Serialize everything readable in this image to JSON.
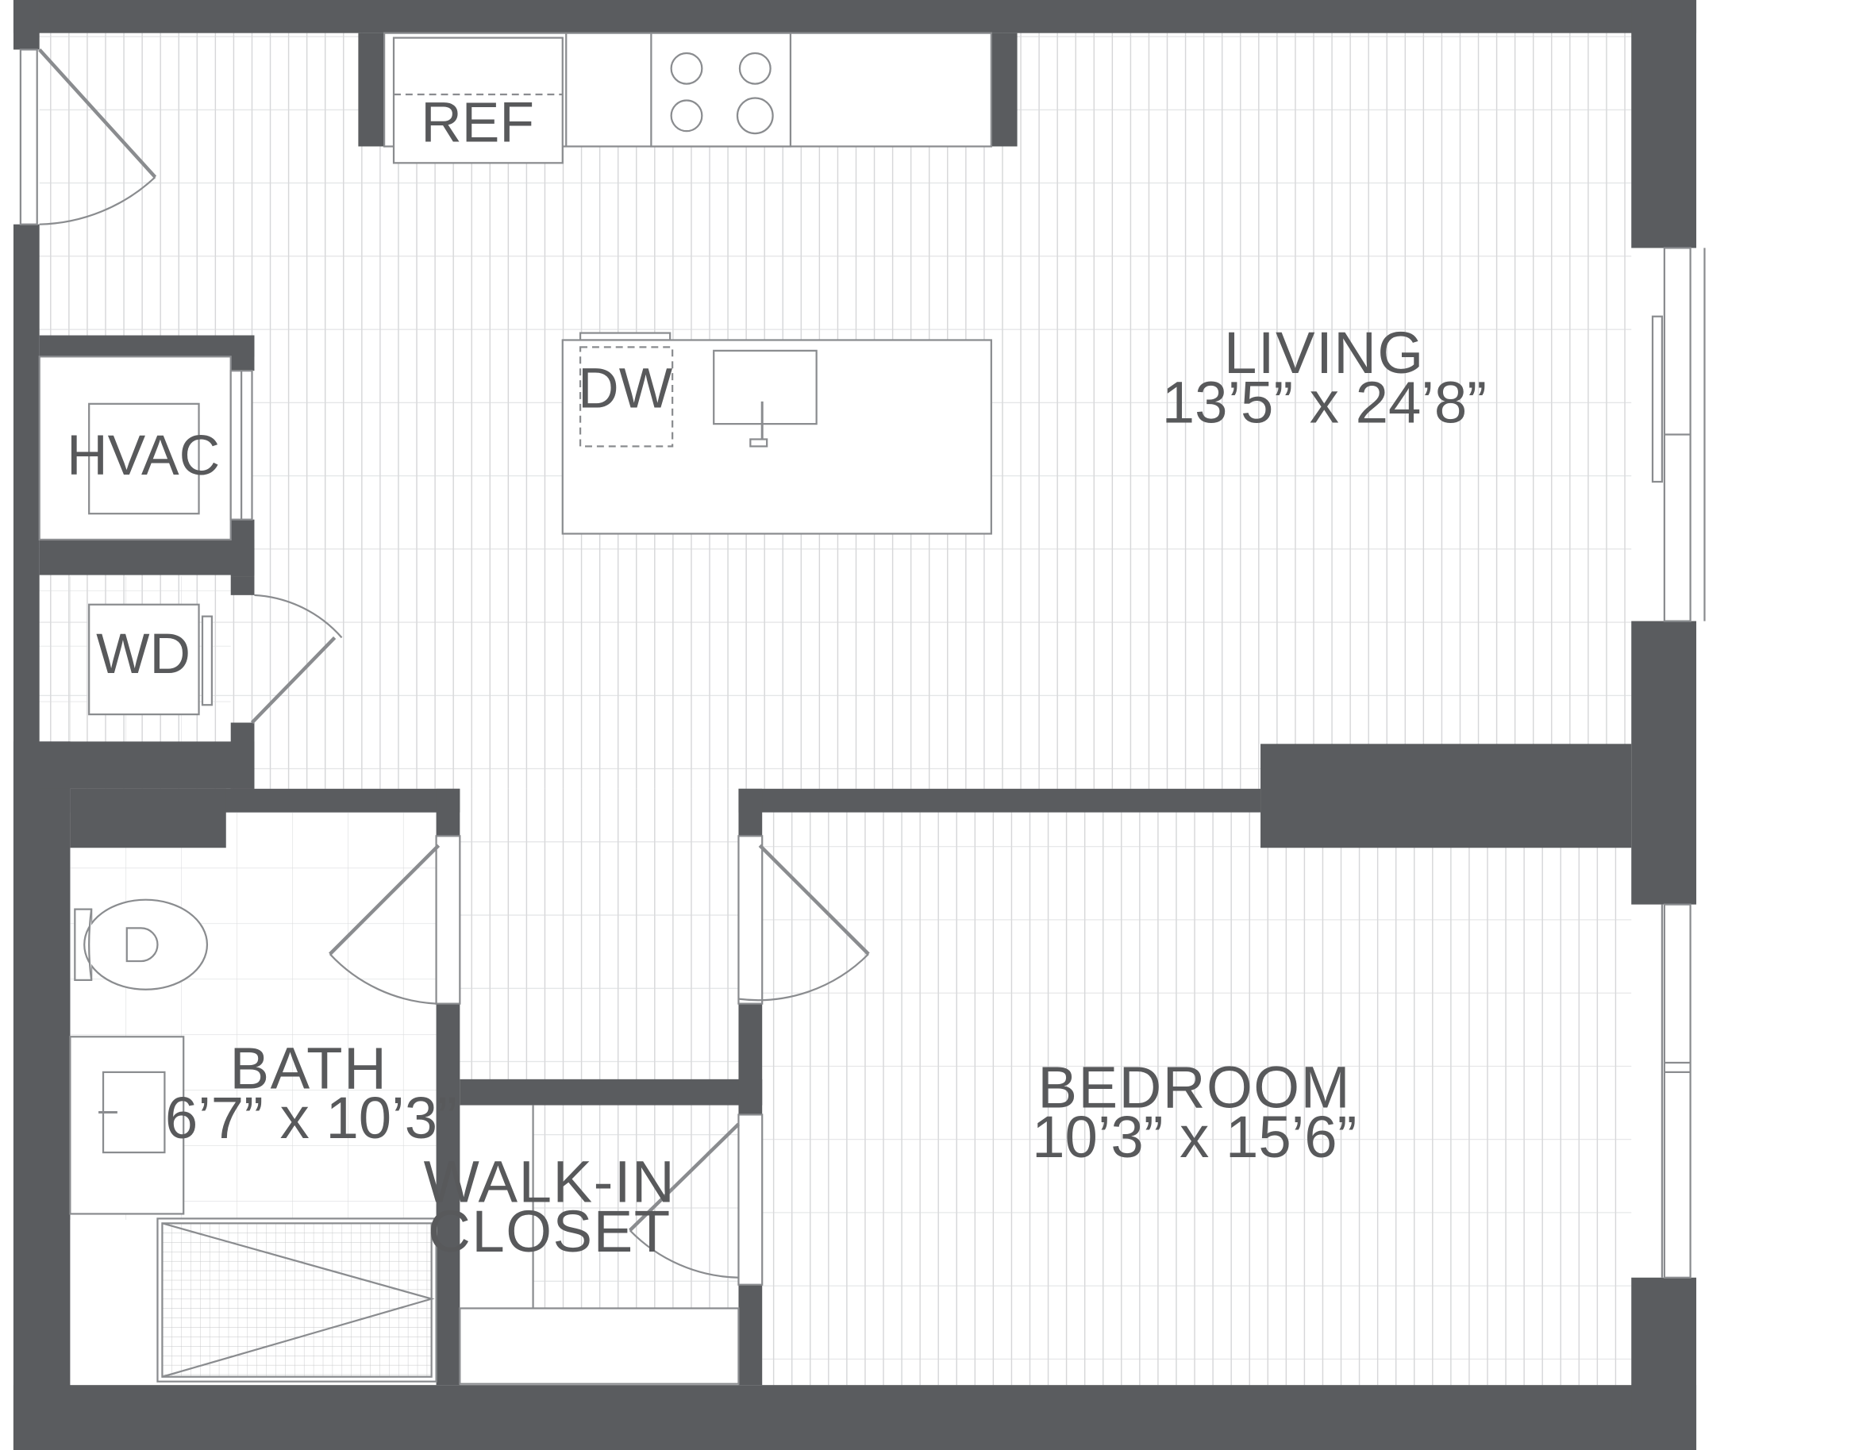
{
  "colors": {
    "wall": "#5a5c5f",
    "line": "#8a8c8f",
    "floor_line": "#d3d4d6",
    "text": "#58595b",
    "background": "#ffffff"
  },
  "rooms": {
    "living": {
      "name": "LIVING",
      "dims": "13’5” x 24’8”"
    },
    "bedroom": {
      "name": "BEDROOM",
      "dims": "10’3” x 15’6”"
    },
    "bath": {
      "name": "BATH",
      "dims": "6’7” x 10’3”"
    },
    "closet": {
      "name_line1": "WALK-IN",
      "name_line2": "CLOSET"
    }
  },
  "fixtures": {
    "ref": "REF",
    "dw": "DW",
    "hvac": "HVAC",
    "wd": "WD"
  }
}
